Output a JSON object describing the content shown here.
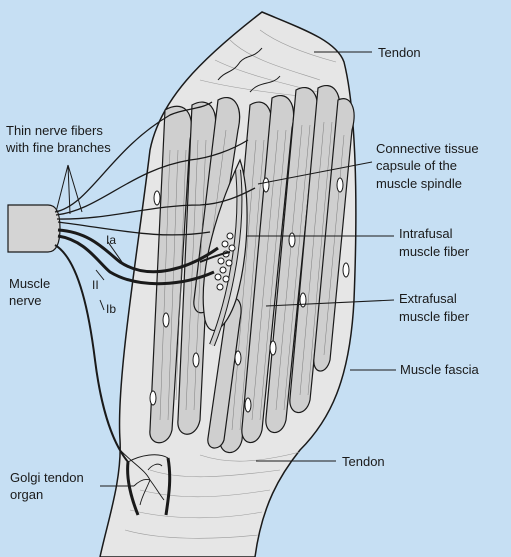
{
  "labels": {
    "tendon_top": "Tendon",
    "thin_nerve_1": "Thin nerve fibers",
    "thin_nerve_2": "with fine branches",
    "capsule_1": "Connective tissue",
    "capsule_2": "capsule of the",
    "capsule_3": "muscle spindle",
    "intrafusal_1": "Intrafusal",
    "intrafusal_2": "muscle fiber",
    "extrafusal_1": "Extrafusal",
    "extrafusal_2": "muscle fiber",
    "muscle_nerve_1": "Muscle",
    "muscle_nerve_2": "nerve",
    "ia": "Ia",
    "ii": "II",
    "ib": "Ib",
    "muscle_fascia": "Muscle fascia",
    "tendon_bottom": "Tendon",
    "golgi_1": "Golgi tendon",
    "golgi_2": "organ"
  },
  "colors": {
    "background": "#c6dff3",
    "tissue": "#e6e6e6",
    "fiber": "#cfcfcf",
    "outline": "#1a1a1a",
    "nerve_cap": "#d4d4d4"
  }
}
